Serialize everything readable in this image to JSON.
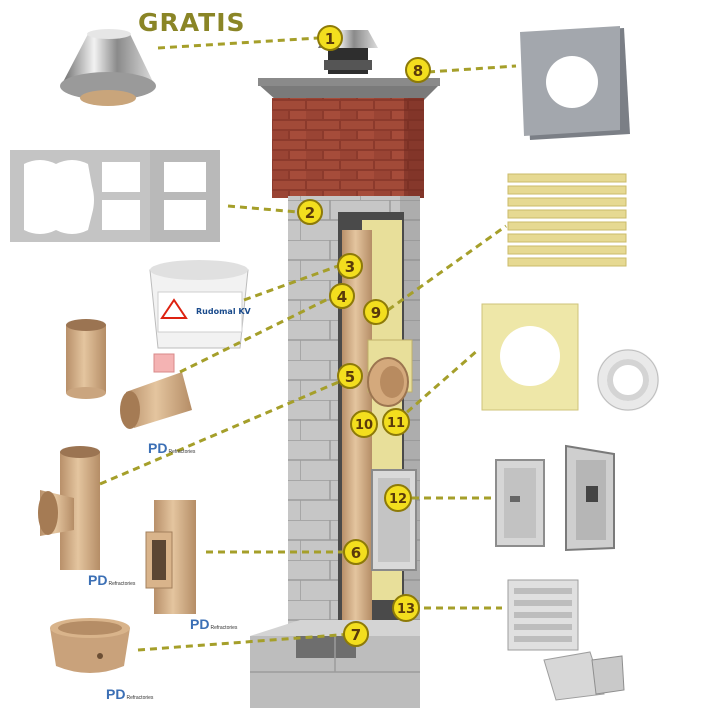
{
  "promo_label": "GRATIS",
  "brand_label": "PD",
  "brand_sub": "Refractories",
  "product_label": "Rudomal KV",
  "callouts": [
    "1",
    "2",
    "3",
    "4",
    "5",
    "6",
    "7",
    "8",
    "9",
    "10",
    "11",
    "12",
    "13"
  ],
  "colors": {
    "callout_fill": "#f3de1e",
    "callout_stroke": "#8d7a08",
    "leader_line": "#a59f2a",
    "brick": "#8c3a2c",
    "block": "#c9c9c9",
    "ceramic": "#d8b48c",
    "insulation": "#e8df9a"
  }
}
